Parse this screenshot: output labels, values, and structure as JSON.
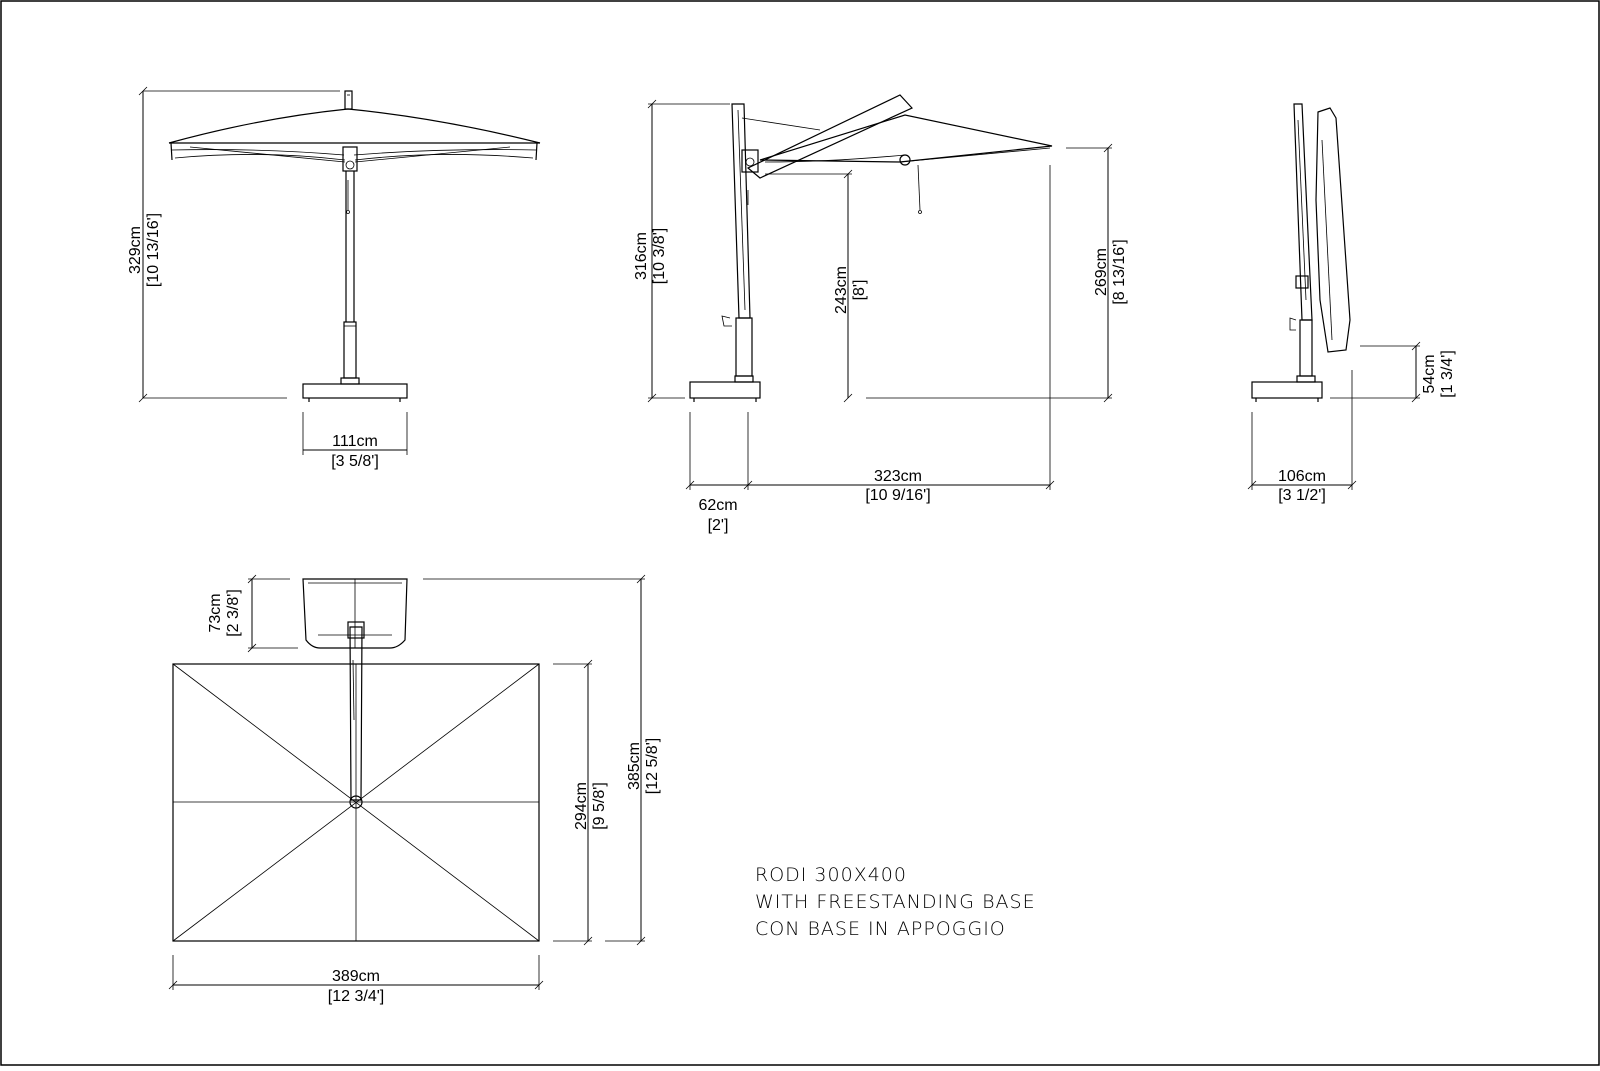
{
  "title": {
    "line1": "RODI 300X400",
    "line2": "WITH FREESTANDING BASE",
    "line3": "CON BASE IN APPOGGIO"
  },
  "front_view": {
    "height_cm": "329cm",
    "height_in": "[10 13/16']",
    "base_cm": "111cm",
    "base_in": "[3 5/8']"
  },
  "side_view": {
    "height_cm": "316cm",
    "height_in": "[10 3/8']",
    "clearance_cm": "243cm",
    "clearance_in": "[8']",
    "edge_cm": "269cm",
    "edge_in": "[8 13/16']",
    "base_cm": "62cm",
    "base_in": "[2']",
    "reach_cm": "323cm",
    "reach_in": "[10 9/16']"
  },
  "folded_view": {
    "clearance_cm": "54cm",
    "clearance_in": "[1 3/4']",
    "depth_cm": "106cm",
    "depth_in": "[3 1/2']"
  },
  "top_view": {
    "base_cm": "73cm",
    "base_in": "[2 3/8']",
    "canopy_depth_cm": "294cm",
    "canopy_depth_in": "[9 5/8']",
    "total_depth_cm": "385cm",
    "total_depth_in": "[12 5/8']",
    "width_cm": "389cm",
    "width_in": "[12 3/4']"
  }
}
